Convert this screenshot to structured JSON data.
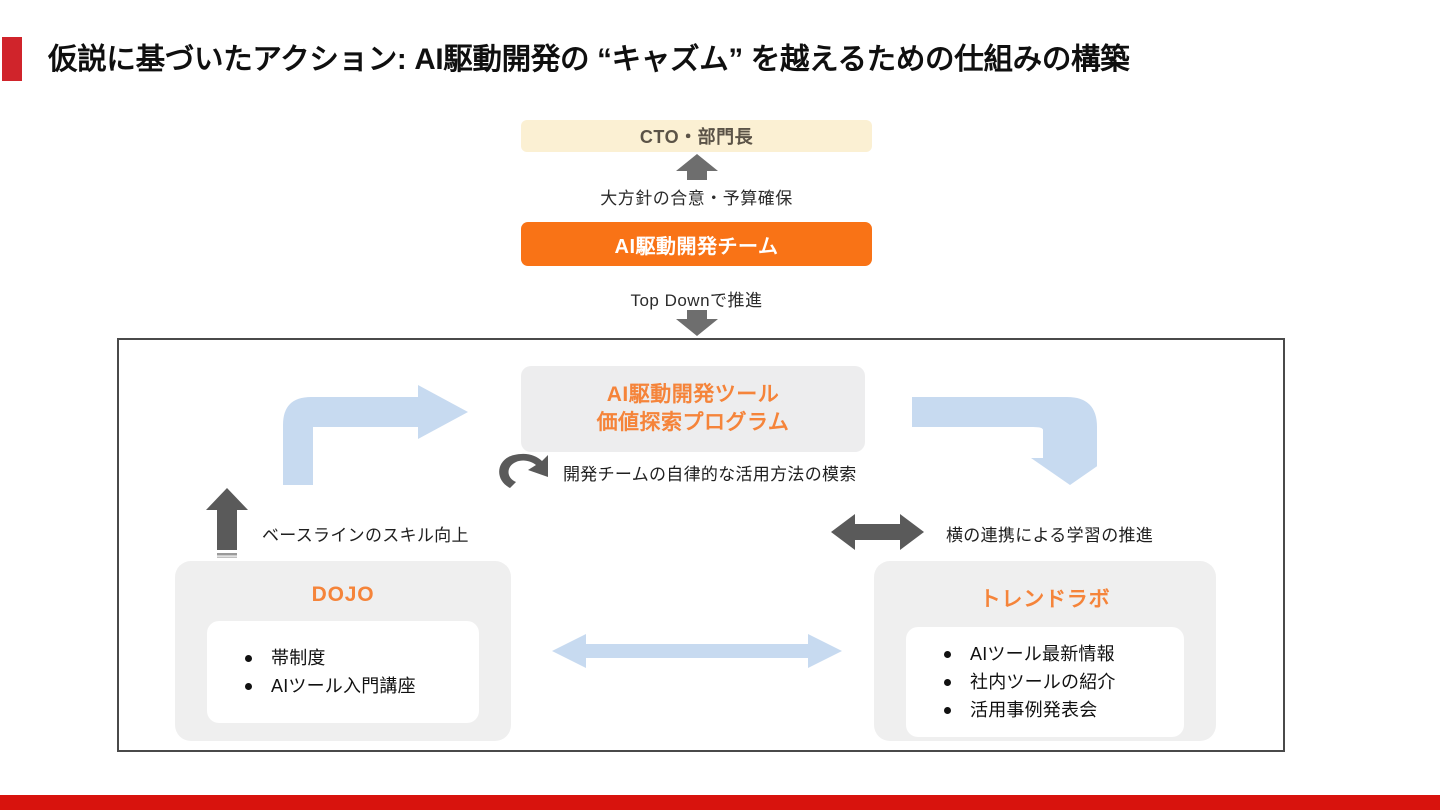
{
  "slide": {
    "title": "仮説に基づいたアクション: AI駆動開発の “キャズム” を越えるための仕組みの構築",
    "accent_color": "#D0242B",
    "bottom_bar_color": "#D8130D"
  },
  "top_chain": {
    "cto_box": {
      "label": "CTO・部門長",
      "bg_color": "#FBF0D3",
      "text_color": "#5B5347"
    },
    "arrow_up_label": "大方針の合意・予算確保",
    "team_box": {
      "label": "AI駆動開発チーム",
      "bg_color": "#F97316",
      "text_color": "#FFFFFF"
    },
    "arrow_down_label": "Top Downで推進"
  },
  "framework": {
    "program_box": {
      "line1": "AI駆動開発ツール",
      "line2": "価値探索プログラム",
      "bg_color": "#EDEDEE",
      "text_color": "#F5843A"
    },
    "loop_label": "開発チームの自律的な活用方法の模索",
    "baseline_label": "ベースラインのスキル向上",
    "collab_label": "横の連携による学習の推進",
    "units": [
      {
        "title": "DOJO",
        "title_color": "#F5843A",
        "items": [
          "帯制度",
          "AIツール入門講座"
        ]
      },
      {
        "title": "トレンドラボ",
        "title_color": "#F5843A",
        "items": [
          "AIツール最新情報",
          "社内ツールの紹介",
          "活用事例発表会"
        ]
      }
    ],
    "arrow_colors": {
      "blue": "#C7DAF0",
      "grey": "#555555"
    }
  }
}
